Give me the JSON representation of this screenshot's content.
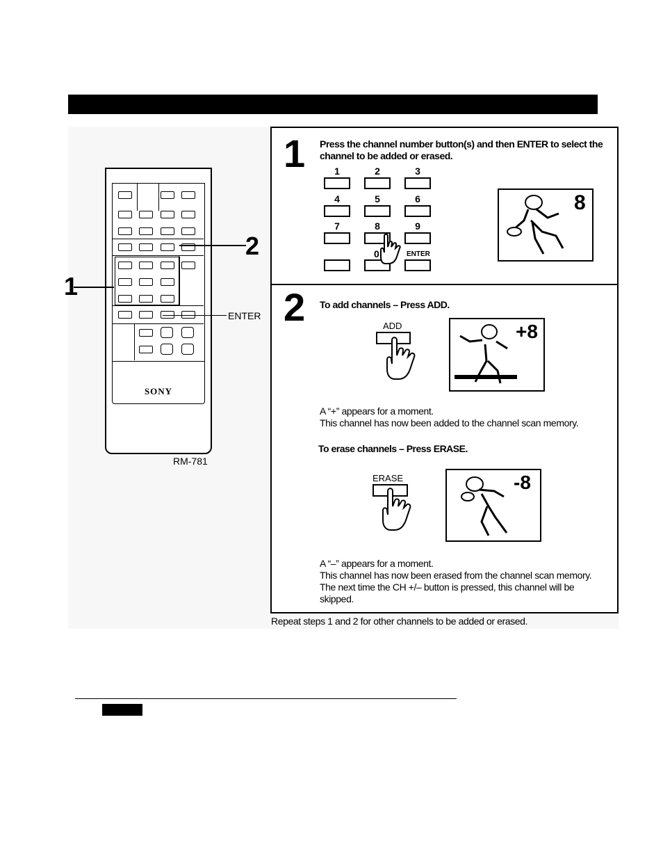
{
  "remote": {
    "brand": "SONY",
    "model": "RM-781",
    "callout_1": "1",
    "callout_2": "2",
    "callout_enter": "ENTER"
  },
  "step1": {
    "number": "1",
    "instruction": "Press the channel number button(s) and then ENTER to select the channel to be added or erased.",
    "keys": [
      "1",
      "2",
      "3",
      "4",
      "5",
      "6",
      "7",
      "8",
      "9"
    ],
    "key_zero": "0",
    "key_enter": "ENTER",
    "screen_label": "8"
  },
  "step2": {
    "number": "2",
    "add_heading": "To add channels – Press ADD.",
    "add_button": "ADD",
    "add_screen_label": "+8",
    "add_line1": "A “+” appears for a moment.",
    "add_line2": "This channel has now been added to the channel scan memory.",
    "erase_heading": "To erase channels – Press ERASE.",
    "erase_button": "ERASE",
    "erase_screen_label": "-8",
    "erase_line1": "A “–” appears for a moment.",
    "erase_line2": "This channel has now been erased from the channel scan memory.",
    "erase_line3": "The next time the CH +/– button is pressed, this channel will be",
    "erase_line4": "skipped."
  },
  "footer_note": "Repeat steps 1 and 2 for other channels to be added or erased."
}
